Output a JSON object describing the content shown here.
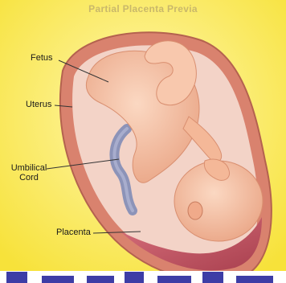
{
  "title": "Partial Placenta Previa",
  "labels": {
    "fetus": "Fetus",
    "uterus": "Uterus",
    "umbilical_cord_line1": "Umbilical",
    "umbilical_cord_line2": "Cord",
    "placenta": "Placenta"
  },
  "colors": {
    "background": "#f7e23a",
    "uterus_wall": "#d9826e",
    "amniotic_fluid": "#f3d3c7",
    "fetus_skin": "#f6c0a2",
    "placenta": "#c45a6a",
    "umbilical_cord": "#8c93b8",
    "banner": "#3d3da6"
  }
}
